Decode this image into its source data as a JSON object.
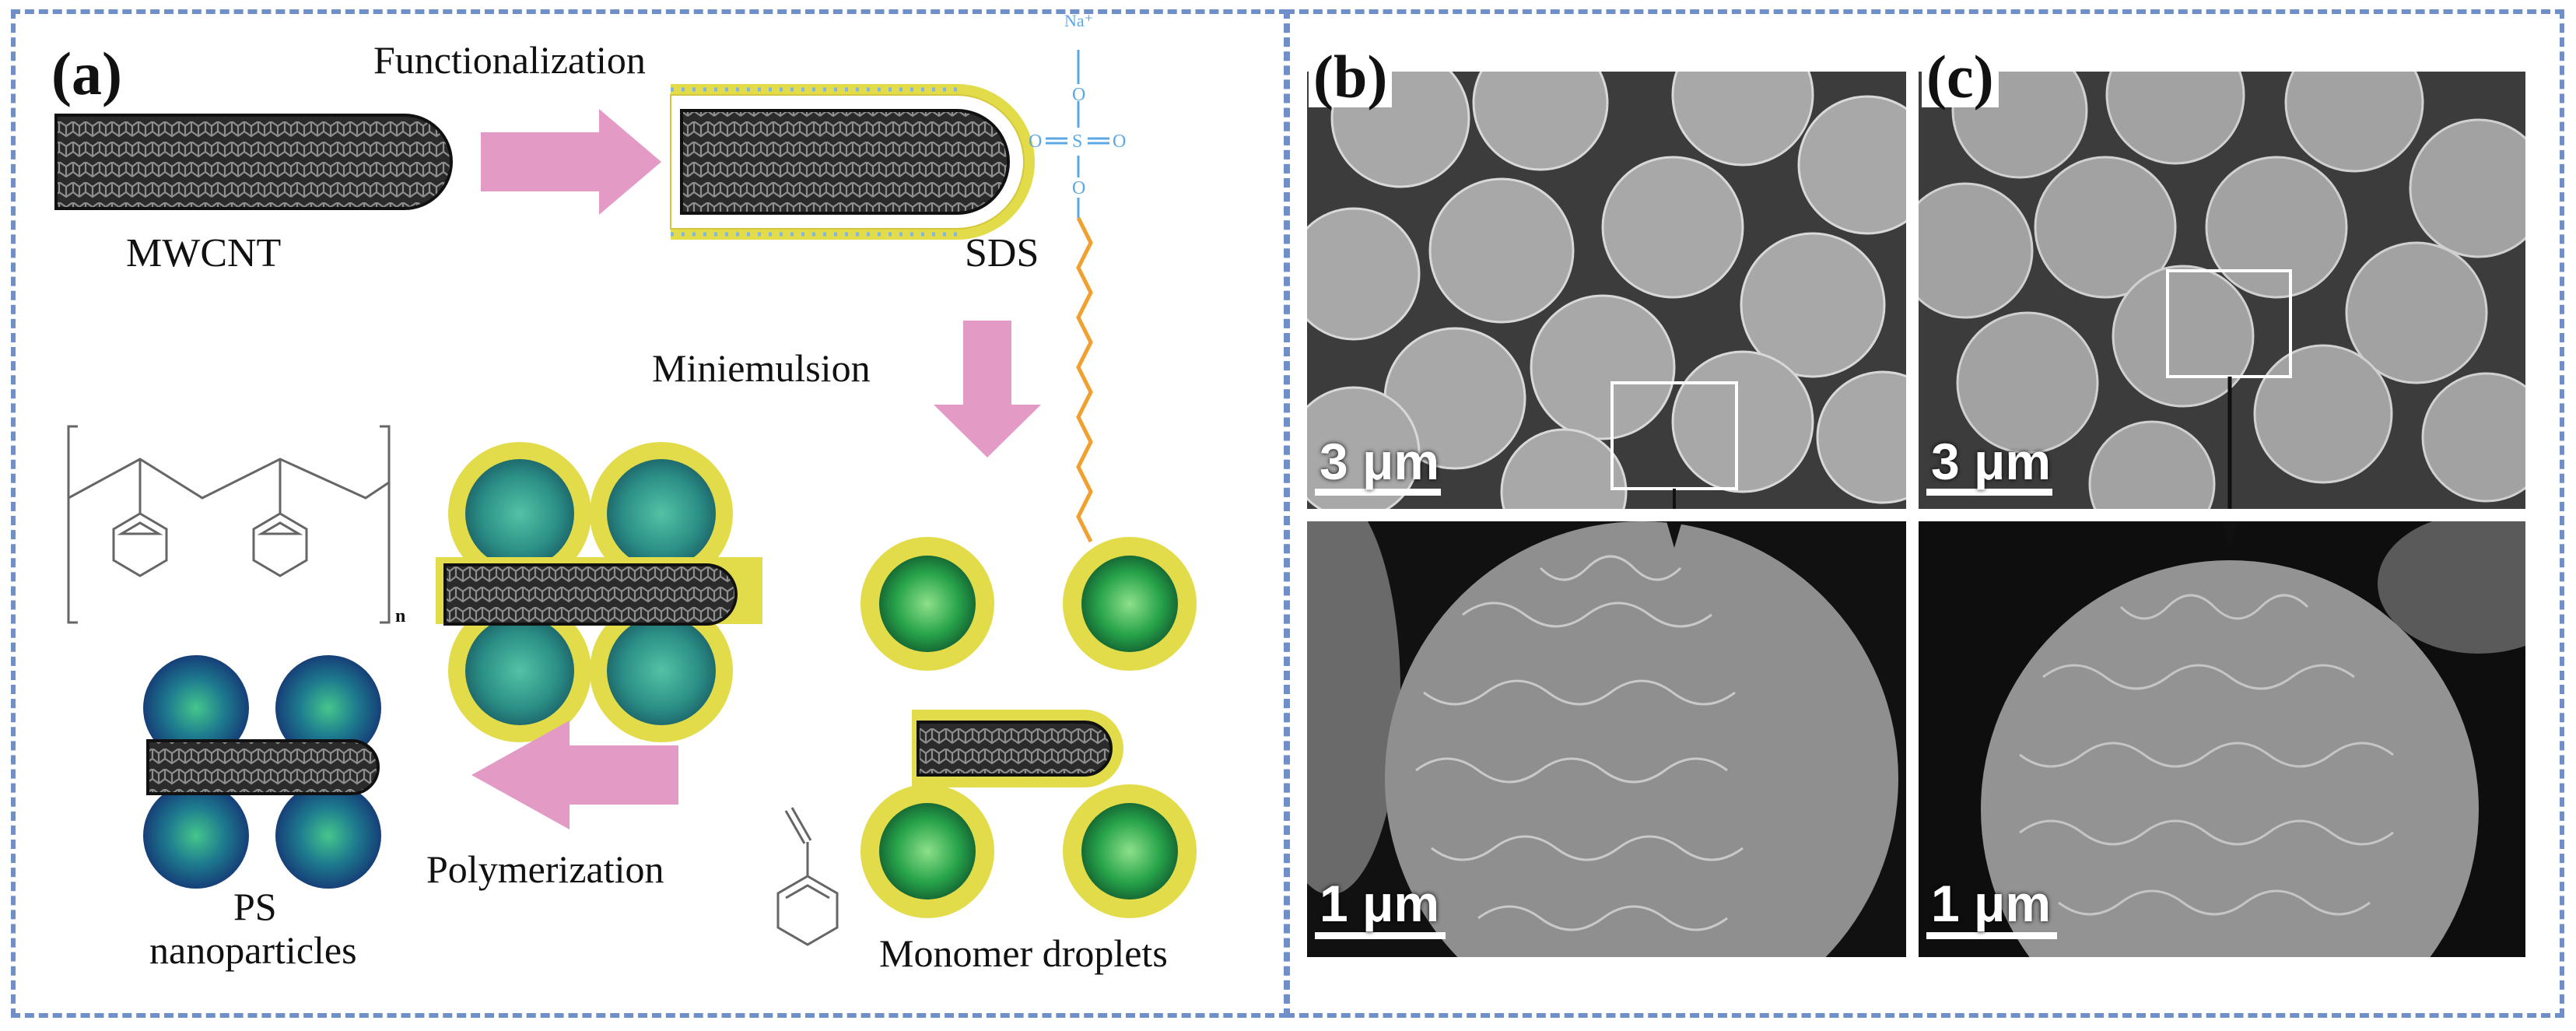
{
  "panels": {
    "a": {
      "letter": "(a)"
    },
    "b": {
      "letter": "(b)"
    },
    "c": {
      "letter": "(c)"
    }
  },
  "scheme": {
    "step_functionalization": "Functionalization",
    "label_mwcnt": "MWCNT",
    "label_sds": "SDS",
    "step_miniemulsion": "Miniemulsion",
    "step_polymerization": "Polymerization",
    "label_ps_line1": "PS",
    "label_ps_line2": "nanoparticles",
    "label_monomer": "Monomer droplets",
    "sds_counterion": "Na⁺",
    "sds_oxygen": "O",
    "sds_sulfur": "S",
    "polymer_repeat": "n"
  },
  "sem": {
    "b_top_scale": "3 μm",
    "b_bottom_scale": "1 μm",
    "c_top_scale": "3 μm",
    "c_bottom_scale": "1 μm"
  },
  "colors": {
    "frame": "#6f8fc9",
    "arrow": "#e39bc6",
    "sds_shell": "#e3dc4a",
    "sds_head": "#7fb5e8",
    "sds_chain": "#f0a030",
    "droplet": "#2fa84f",
    "ps_particle": "#1f7a8c"
  }
}
